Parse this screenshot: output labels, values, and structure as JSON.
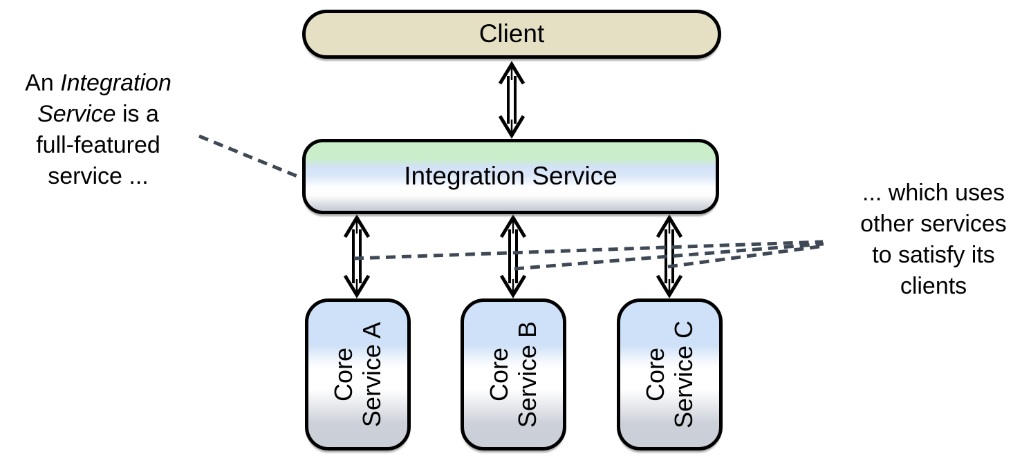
{
  "diagram": {
    "nodes": {
      "client": {
        "label": "Client"
      },
      "integration": {
        "label": "Integration Service"
      },
      "core_a": {
        "line1": "Core",
        "line2": "Service A"
      },
      "core_b": {
        "line1": "Core",
        "line2": "Service B"
      },
      "core_c": {
        "line1": "Core",
        "line2": "Service C"
      }
    },
    "annotations": {
      "left": {
        "line1_regular": "An ",
        "line1_italic": "Integration",
        "line2_italic": "Service",
        "line2_regular": " is a",
        "line3": "full-featured",
        "line4": "service ..."
      },
      "right": {
        "line1": "... which uses",
        "line2": "other services",
        "line3": "to satisfy its",
        "line4": "clients"
      }
    },
    "colors": {
      "client_fill": "#e5dfc3",
      "integration_green": "#c9eec9",
      "service_blue": "#cfe1f8",
      "service_gray": "#cbd0d8",
      "node_border": "#000000",
      "annotation_dash": "#3e4955"
    }
  }
}
